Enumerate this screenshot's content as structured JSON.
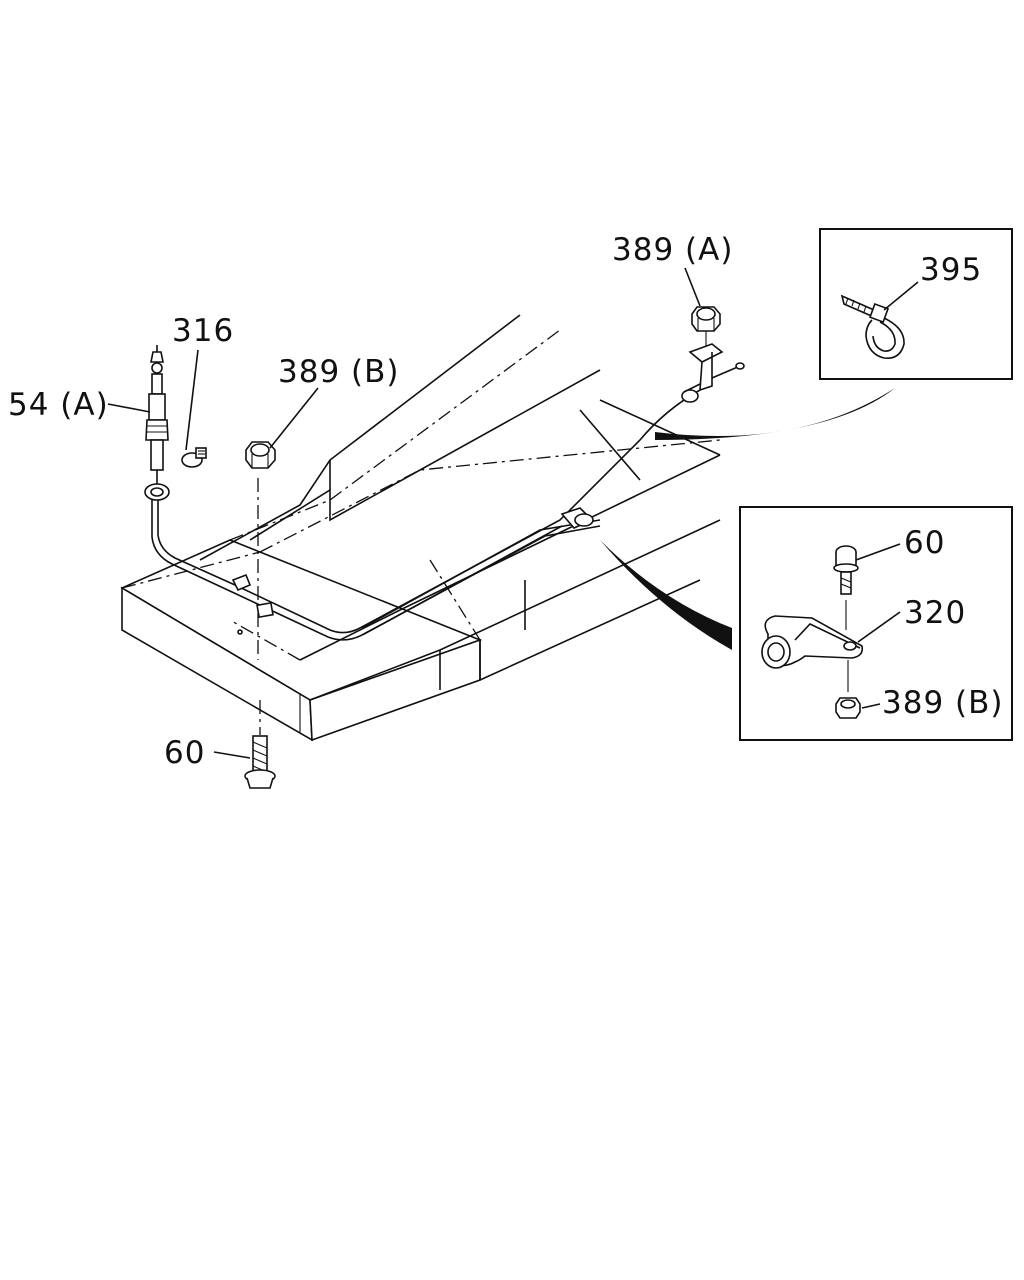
{
  "callouts": {
    "c54A": "54 (A)",
    "c316": "316",
    "c389B": "389 (B)",
    "c389A": "389 (A)",
    "c395": "395",
    "c60inset": "60",
    "c320": "320",
    "c389Binset": "389 (B)",
    "c60": "60"
  }
}
